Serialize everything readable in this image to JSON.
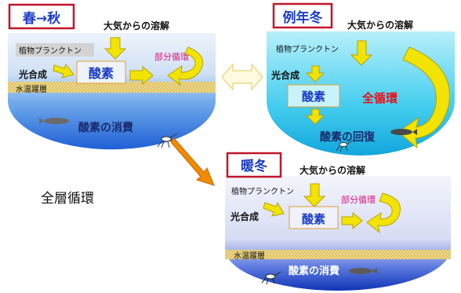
{
  "caption": "全層循環",
  "colors": {
    "title_border": "#c0162a",
    "arrow_yellow": "#f2e400",
    "arrow_orange": "#f08a00",
    "thermocline": "#efd98a",
    "text_blue": "#1a3cc8",
    "text_red": "#e8101a",
    "text_magenta": "#d8167a"
  },
  "panels": {
    "spring_autumn": {
      "title": "春→秋",
      "atmosphere": "大気からの溶解",
      "plankton": "植物プランクトン",
      "photosynthesis": "光合成",
      "oxygen": "酸素",
      "partial_circulation": "部分循環",
      "thermocline": "水温躍層",
      "consumption": "酸素の消費"
    },
    "normal_winter": {
      "title": "例年冬",
      "atmosphere": "大気からの溶解",
      "plankton": "植物プランクトン",
      "photosynthesis": "光合成",
      "oxygen": "酸素",
      "full_circulation": "全循環",
      "recovery": "酸素の回復"
    },
    "warm_winter": {
      "title": "暖冬",
      "atmosphere": "大気からの溶解",
      "plankton": "植物プランクトン",
      "photosynthesis": "光合成",
      "oxygen": "酸素",
      "partial_circulation": "部分循環",
      "thermocline": "水温躍層",
      "consumption": "酸素の消費"
    }
  }
}
